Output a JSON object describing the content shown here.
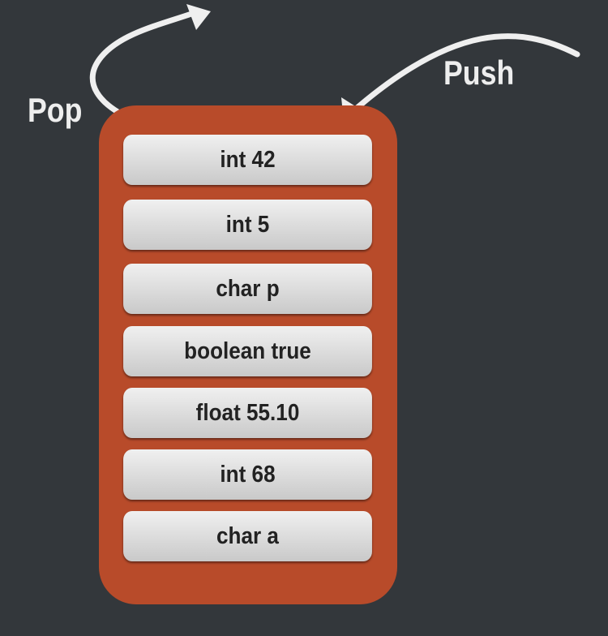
{
  "labels": {
    "pop": "Pop",
    "push": "Push"
  },
  "stack": {
    "items": [
      "int 42",
      "int 5",
      "char p",
      "boolean true",
      "float 55.10",
      "int 68",
      "char a"
    ]
  },
  "colors": {
    "background": "#33373b",
    "stack": "#b84b2a",
    "arrow": "#efefef"
  }
}
